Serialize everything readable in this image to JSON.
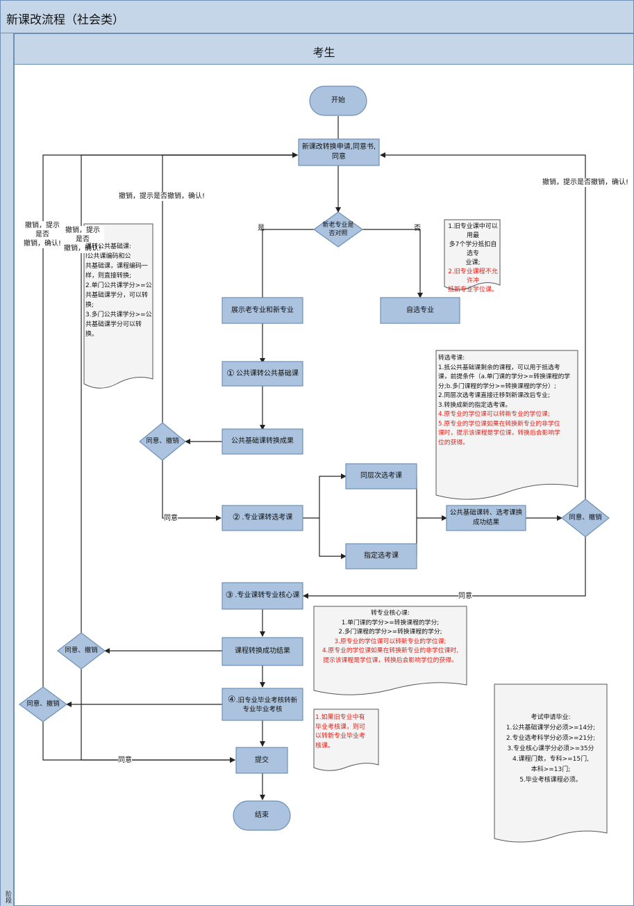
{
  "header": {
    "title": "新课改流程（社会类）",
    "lane_title": "考生",
    "stage_label": "阶段"
  },
  "nodes": {
    "start": "开始",
    "apply": [
      "新课改转换申请,同意书,",
      "同意"
    ],
    "decision": [
      "新老专业是",
      "否对照"
    ],
    "show": "展示老专业和新专业",
    "self_select": "自选专业",
    "step1": "公共课转公共基础课",
    "step1_result": "公共基础课转换成果",
    "same_level": "同层次选考课",
    "step2": ".专业课转选考课",
    "designated": "指定选考课",
    "step2_result": [
      "公共基础课转、选考课换",
      "成功结果"
    ],
    "step3": ".专业课转专业核心课",
    "step3_result": "课程转换成功结果",
    "step4": [
      ".旧专业毕业考核转新",
      "专业毕业考核"
    ],
    "submit": "提交",
    "end": "结束",
    "d_agree_cancel": "同意、撤销",
    "circ1": "①",
    "circ2": "②",
    "circ3": "③",
    "circ4": "④"
  },
  "labels": {
    "yes": "是",
    "no": "否",
    "agree": "同意",
    "cancel_prompt": "撤销，提示是否撤销，确认!",
    "cancel_left1": [
      "撤销，提示",
      "是否",
      "撤销，确认!"
    ],
    "cancel_left2": [
      "撤销，提示",
      "是否",
      "撤销，确认!"
    ]
  },
  "notes": {
    "self_select": [
      "1.旧专业课中可以用最",
      "多7个学分抵扣自选专",
      "业课;",
      "2.旧专业课程不允许冲",
      "抵新专业学位课。"
    ],
    "public": [
      "课转公共基础课:",
      "l公共课编码和公",
      "共基础课，课程编码一",
      "样，则直接转换;",
      "2.单门公共课学分>=公",
      "共基础课学分，可以转",
      "换;",
      "3.多门公共课学分>=公",
      "共基础课学分可以转",
      "换。"
    ],
    "elective": [
      "转选考课:",
      "1.抵公共基础课剩余的课程，可以用于抵选考",
      "课，前提条件（a.单门课的学分>=转换课程的学",
      "分;b.多门课程的学分>=转换课程的学分）;",
      "2.同层次选考课直接迁移到新课改后专业;",
      "3.转换成新的指定选考课。",
      "4.原专业的学位课可以转新专业的学位课;",
      "5.原专业的学位课如果在转换新专业的非学位",
      "课时，提示该课程是学位课，转换后会影响学",
      "位的获得。"
    ],
    "core": [
      "转专业核心课:",
      "1.单门课的学分>=转换课程的学分;",
      "2.多门课程的学分>=转换课程的学分;",
      "3.原专业的学位课可以转新专业的学位课;",
      "4.原专业的学位课如果在转换新专业的非学位课时,",
      "提示该课程是学位课，转换后会影响学位的获得。"
    ],
    "graduation": [
      "1.如果旧专业中有",
      "毕业考核课，则可",
      "以转新专业毕业考",
      "核课。"
    ],
    "exam": [
      "考试申请毕业:",
      "1.公共基础课学分必须>=14分;",
      "2.专业选考科学分必须>=21分;",
      "3.专业核心课学分必须>=35分",
      "4.课程门数，专科>=15门,",
      "本科>=13门;",
      "5.毕业考核课程必须。"
    ]
  },
  "colors": {
    "fill": "#abc3de",
    "stroke": "#6d8fb5",
    "line": "#222222",
    "red": "#e0201a"
  }
}
